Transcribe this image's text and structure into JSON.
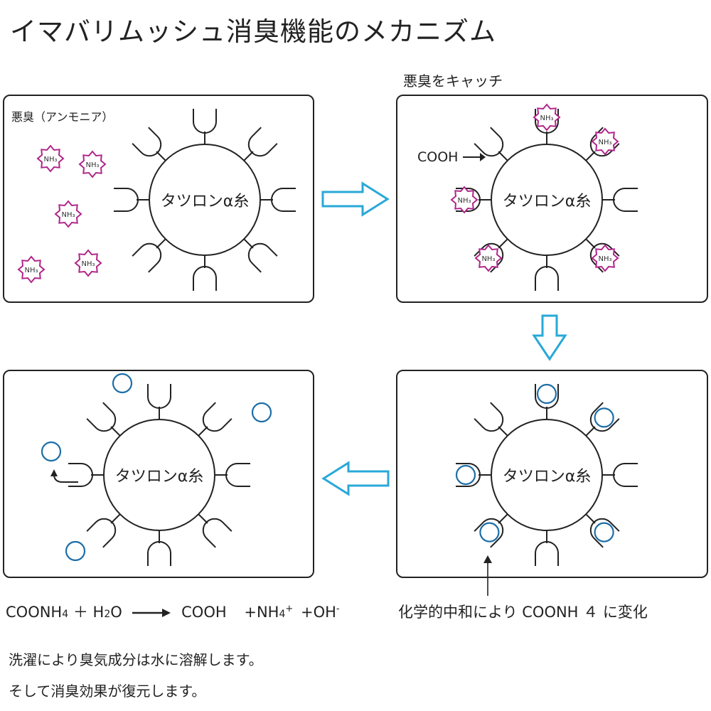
{
  "title": "イマバリムッシュ消臭機能のメカニズム",
  "labels": {
    "odor": "悪臭（アンモニア）",
    "catch": "悪臭をキャッチ",
    "cooh": "COOH",
    "fiber": "タツロンα糸",
    "nh3": "NH₃",
    "neutralize": "化学的中和により COONH ４ に変化"
  },
  "equation": {
    "a": "COONH",
    "a_sub": "4",
    "plus1": "＋ H",
    "h_sub": "2",
    "o": "O",
    "product1": "COOH",
    "product2": "+NH",
    "nh_sub": "4",
    "nh_sup": "+",
    "product3": "+OH",
    "oh_sup": "-"
  },
  "description": {
    "line1": "洗濯により臭気成分は水に溶解します。",
    "line2": "そして消臭効果が復元します。"
  },
  "colors": {
    "outline": "#222222",
    "nh3": "#b0248a",
    "water": "#1d6ea7",
    "arrow": "#29a8d8"
  },
  "icons": [
    "nh3-molecule-icon",
    "water-molecule-icon",
    "hollow-arrow-right-icon",
    "hollow-arrow-down-icon",
    "hollow-arrow-left-icon"
  ]
}
